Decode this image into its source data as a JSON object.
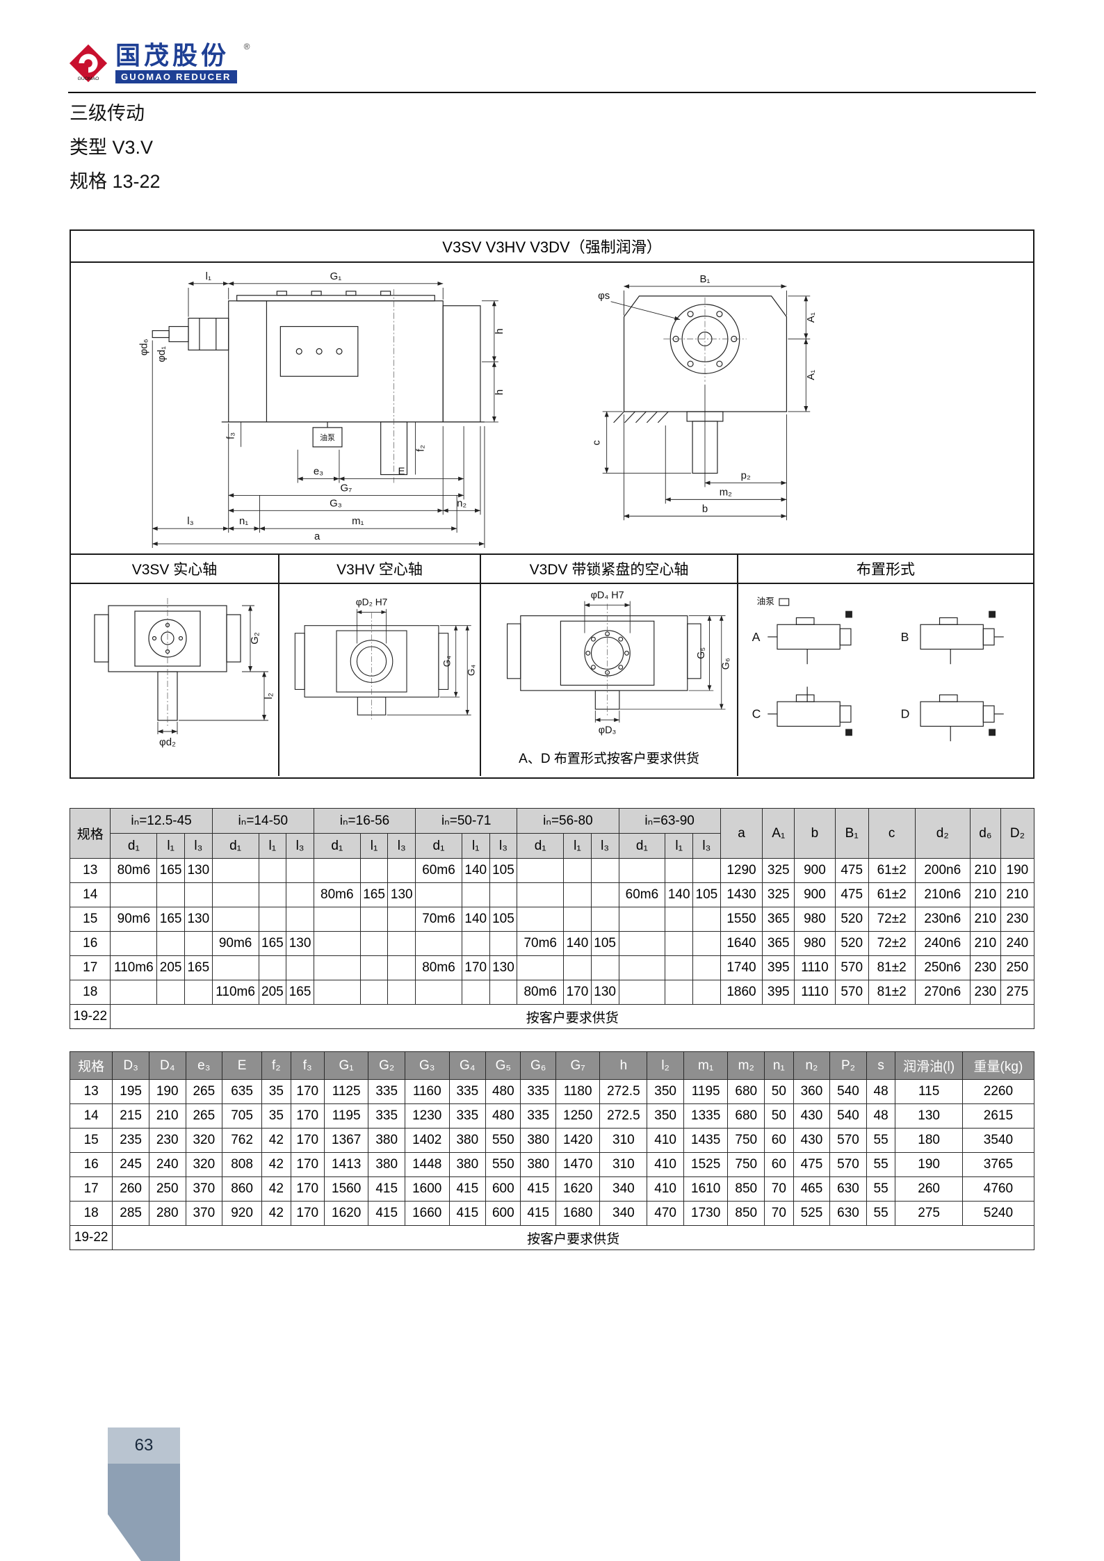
{
  "header": {
    "logo_cn": "国茂股份",
    "logo_en": "GUOMAO REDUCER",
    "registered": "®"
  },
  "titles": {
    "line1": "三级传动",
    "line2": "类型 V3.V",
    "line3": "规格 13-22"
  },
  "drawing": {
    "title": "V3SV V3HV V3DV（强制润滑）",
    "oil_pump": "油泵",
    "note": "A、D 布置形式按客户要求供货",
    "sections": {
      "s1": "V3SV 实心轴",
      "s2": "V3HV 空心轴",
      "s3": "V3DV 带锁紧盘的空心轴",
      "s4": "布置形式"
    },
    "arrangements": {
      "a": "A",
      "b": "B",
      "c": "C",
      "d": "D"
    },
    "labels": {
      "l1": "l₁",
      "G1": "G₁",
      "B1": "B₁",
      "phid6": "φd₆",
      "phid1": "φd₁",
      "h": "h",
      "phis": "φs",
      "A1": "A₁",
      "f3": "f₃",
      "f2": "f₂",
      "c": "c",
      "e3": "e₃",
      "E": "E",
      "G7": "G₇",
      "G3": "G₃",
      "n2": "n₂",
      "l3": "l₃",
      "n1": "n₁",
      "m1": "m₁",
      "a": "a",
      "p2": "p₂",
      "m2": "m₂",
      "b": "b",
      "G2": "G₂",
      "l2": "l₂",
      "phid2": "φd₂",
      "phiD2": "φD₂ H7",
      "G4": "G₄",
      "phiD4": "φD₄ H7",
      "G5": "G₅",
      "G6": "G₆",
      "phiD3": "φD₃"
    }
  },
  "table1": {
    "spec_header": "规格",
    "sub_cols": [
      "d₁",
      "l₁",
      "l₃"
    ],
    "groups": [
      "iₙ=12.5-45",
      "iₙ=14-50",
      "iₙ=16-56",
      "iₙ=50-71",
      "iₙ=56-80",
      "iₙ=63-90"
    ],
    "tail_headers": [
      "a",
      "A₁",
      "b",
      "B₁",
      "c",
      "d₂",
      "d₆",
      "D₂"
    ],
    "rows": [
      [
        "13",
        "80m6",
        "165",
        "130",
        "",
        "",
        "",
        "",
        "",
        "",
        "60m6",
        "140",
        "105",
        "",
        "",
        "",
        "",
        "",
        "",
        "1290",
        "325",
        "900",
        "475",
        "61±2",
        "200n6",
        "210",
        "190"
      ],
      [
        "14",
        "",
        "",
        "",
        "",
        "",
        "",
        "80m6",
        "165",
        "130",
        "",
        "",
        "",
        "",
        "",
        "",
        "60m6",
        "140",
        "105",
        "1430",
        "325",
        "900",
        "475",
        "61±2",
        "210n6",
        "210",
        "210"
      ],
      [
        "15",
        "90m6",
        "165",
        "130",
        "",
        "",
        "",
        "",
        "",
        "",
        "70m6",
        "140",
        "105",
        "",
        "",
        "",
        "",
        "",
        "",
        "1550",
        "365",
        "980",
        "520",
        "72±2",
        "230n6",
        "210",
        "230"
      ],
      [
        "16",
        "",
        "",
        "",
        "90m6",
        "165",
        "130",
        "",
        "",
        "",
        "",
        "",
        "",
        "70m6",
        "140",
        "105",
        "",
        "",
        "",
        "1640",
        "365",
        "980",
        "520",
        "72±2",
        "240n6",
        "210",
        "240"
      ],
      [
        "17",
        "110m6",
        "205",
        "165",
        "",
        "",
        "",
        "",
        "",
        "",
        "80m6",
        "170",
        "130",
        "",
        "",
        "",
        "",
        "",
        "",
        "1740",
        "395",
        "1110",
        "570",
        "81±2",
        "250n6",
        "230",
        "250"
      ],
      [
        "18",
        "",
        "",
        "",
        "110m6",
        "205",
        "165",
        "",
        "",
        "",
        "",
        "",
        "",
        "80m6",
        "170",
        "130",
        "",
        "",
        "",
        "1860",
        "395",
        "1110",
        "570",
        "81±2",
        "270n6",
        "230",
        "275"
      ]
    ],
    "footer_row": {
      "spec": "19-22",
      "note": "按客户要求供货"
    }
  },
  "table2": {
    "headers": [
      "规格",
      "D₃",
      "D₄",
      "e₃",
      "E",
      "f₂",
      "f₃",
      "G₁",
      "G₂",
      "G₃",
      "G₄",
      "G₅",
      "G₆",
      "G₇",
      "h",
      "l₂",
      "m₁",
      "m₂",
      "n₁",
      "n₂",
      "P₂",
      "s",
      "润滑油(l)",
      "重量(kg)"
    ],
    "rows": [
      [
        "13",
        "195",
        "190",
        "265",
        "635",
        "35",
        "170",
        "1125",
        "335",
        "1160",
        "335",
        "480",
        "335",
        "1180",
        "272.5",
        "350",
        "1195",
        "680",
        "50",
        "360",
        "540",
        "48",
        "115",
        "2260"
      ],
      [
        "14",
        "215",
        "210",
        "265",
        "705",
        "35",
        "170",
        "1195",
        "335",
        "1230",
        "335",
        "480",
        "335",
        "1250",
        "272.5",
        "350",
        "1335",
        "680",
        "50",
        "430",
        "540",
        "48",
        "130",
        "2615"
      ],
      [
        "15",
        "235",
        "230",
        "320",
        "762",
        "42",
        "170",
        "1367",
        "380",
        "1402",
        "380",
        "550",
        "380",
        "1420",
        "310",
        "410",
        "1435",
        "750",
        "60",
        "430",
        "570",
        "55",
        "180",
        "3540"
      ],
      [
        "16",
        "245",
        "240",
        "320",
        "808",
        "42",
        "170",
        "1413",
        "380",
        "1448",
        "380",
        "550",
        "380",
        "1470",
        "310",
        "410",
        "1525",
        "750",
        "60",
        "475",
        "570",
        "55",
        "190",
        "3765"
      ],
      [
        "17",
        "260",
        "250",
        "370",
        "860",
        "42",
        "170",
        "1560",
        "415",
        "1600",
        "415",
        "600",
        "415",
        "1620",
        "340",
        "410",
        "1610",
        "850",
        "70",
        "465",
        "630",
        "55",
        "260",
        "4760"
      ],
      [
        "18",
        "285",
        "280",
        "370",
        "920",
        "42",
        "170",
        "1620",
        "415",
        "1660",
        "415",
        "600",
        "415",
        "1680",
        "340",
        "470",
        "1730",
        "850",
        "70",
        "525",
        "630",
        "55",
        "275",
        "5240"
      ]
    ],
    "footer_row": {
      "spec": "19-22",
      "note": "按客户要求供货"
    }
  },
  "footer": {
    "page_number": "63"
  }
}
